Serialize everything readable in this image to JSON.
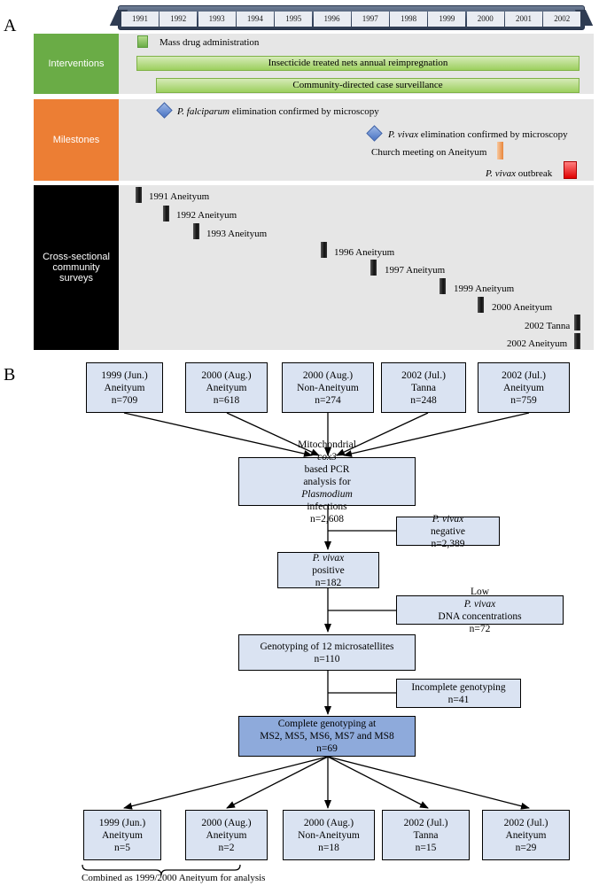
{
  "panels": {
    "a": "A",
    "b": "B"
  },
  "timeline": {
    "years": [
      "1991",
      "1992",
      "1993",
      "1994",
      "1995",
      "1996",
      "1997",
      "1998",
      "1999",
      "2000",
      "2001",
      "2002"
    ]
  },
  "categories": {
    "interventions": "Interventions",
    "milestones": "Milestones",
    "surveys": "Cross-sectional community surveys"
  },
  "colors": {
    "interventions": "#6aac46",
    "milestones": "#ec7e34",
    "surveys": "#000000",
    "box": "#dae3f2",
    "box_dark": "#8eaadb"
  },
  "interventions": {
    "mda": "Mass drug administration",
    "itn": "Insecticide treated nets annual reimpregnation",
    "ccs": "Community-directed case surveillance"
  },
  "milestones": {
    "pf_italic": "P. falciparum",
    "pf_rest": " elimination confirmed by microscopy",
    "pv_italic": "P. vivax",
    "pv_rest": " elimination confirmed by microscopy",
    "church": "Church meeting on Aneityum",
    "outbreak_italic": "P. vivax",
    "outbreak_rest": " outbreak"
  },
  "surveys": [
    "1991 Aneityum",
    "1992 Aneityum",
    "1993 Aneityum",
    "1996 Aneityum",
    "1997 Aneityum",
    "1999 Aneityum",
    "2000 Aneityum",
    "2002 Tanna",
    "2002 Aneityum"
  ],
  "flow": {
    "top": [
      {
        "l1": "1999 (Jun.)",
        "l2": "Aneityum",
        "l3": "n=709"
      },
      {
        "l1": "2000 (Aug.)",
        "l2": "Aneityum",
        "l3": "n=618"
      },
      {
        "l1": "2000 (Aug.)",
        "l2": "Non-Aneityum",
        "l3": "n=274"
      },
      {
        "l1": "2002 (Jul.)",
        "l2": "Tanna",
        "l3": "n=248"
      },
      {
        "l1": "2002 (Jul.)",
        "l2": "Aneityum",
        "l3": "n=759"
      }
    ],
    "pcr": {
      "a": "Mitochondrial ",
      "b": "cox3",
      "c": " based PCR",
      "d": "analysis for ",
      "e": "Plasmodium",
      "f": " infections",
      "n": "n=2,608"
    },
    "neg": {
      "i": "P. vivax",
      "r": " negative",
      "n": "n=2,389"
    },
    "pos": {
      "i": "P. vivax",
      "r": " positive",
      "n": "n=182"
    },
    "low": {
      "a": "Low ",
      "i": "P. vivax",
      "r": " DNA concentrations",
      "n": "n=72"
    },
    "geno": {
      "t": "Genotyping of 12 microsatellites",
      "n": "n=110"
    },
    "incomplete": {
      "t": "Incomplete genotyping",
      "n": "n=41"
    },
    "complete": {
      "t1": "Complete genotyping at",
      "t2": "MS2, MS5, MS6, MS7 and MS8",
      "n": "n=69"
    },
    "bottom": [
      {
        "l1": "1999 (Jun.)",
        "l2": "Aneityum",
        "l3": "n=5"
      },
      {
        "l1": "2000 (Aug.)",
        "l2": "Aneityum",
        "l3": "n=2"
      },
      {
        "l1": "2000 (Aug.)",
        "l2": "Non-Aneityum",
        "l3": "n=18"
      },
      {
        "l1": "2002 (Jul.)",
        "l2": "Tanna",
        "l3": "n=15"
      },
      {
        "l1": "2002 (Jul.)",
        "l2": "Aneityum",
        "l3": "n=29"
      }
    ],
    "combined": "Combined as 1999/2000 Aneityum for analysis"
  }
}
